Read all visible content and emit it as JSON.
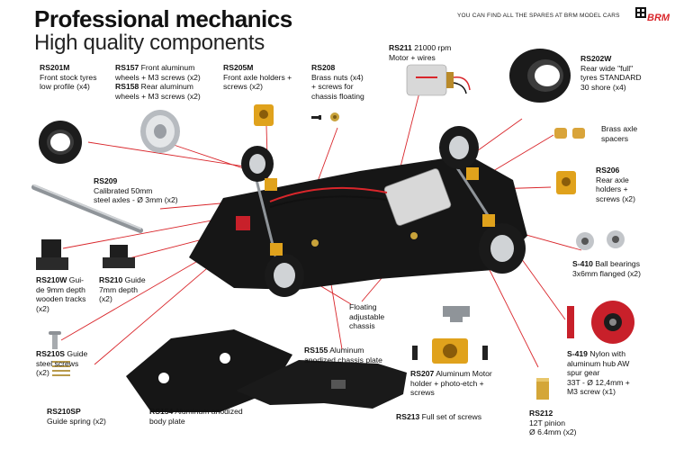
{
  "header": {
    "title": "Professional mechanics",
    "subtitle": "High quality components",
    "tagline": "YOU CAN FIND ALL THE SPARES AT BRM MODEL CARS",
    "logo_text": "BRM"
  },
  "parts": [
    {
      "code": "RS201M",
      "desc": "Front stock tyres low profile (x4)"
    },
    {
      "code": "RS157",
      "desc": "Front aluminum wheels + M3 screws (x2)"
    },
    {
      "code": "RS158",
      "desc": "Rear aluminum wheels + M3 screws (x2)"
    },
    {
      "code": "RS205M",
      "desc": "Front axle holders + screws (x2)"
    },
    {
      "code": "RS208",
      "desc": "Brass nuts (x4) + screws for chassis floating"
    },
    {
      "code": "RS211",
      "desc": "21000 rpm Motor + wires"
    },
    {
      "code": "RS202W",
      "desc": "Rear wide \"full\" tyres STANDARD 30 shore (x4)"
    },
    {
      "code": "",
      "desc": "Brass axle spacers"
    },
    {
      "code": "RS206",
      "desc": "Rear axle holders + screws (x2)"
    },
    {
      "code": "RS209",
      "desc": "Calibrated 50mm steel axles - Ø 3mm (x2)"
    },
    {
      "code": "RS210W",
      "desc": "Guide 9mm depth wooden tracks (x2)"
    },
    {
      "code": "RS210",
      "desc": "Guide 7mm depth (x2)"
    },
    {
      "code": "S-410",
      "desc": "Ball bearings 3x6mm flanged (x2)"
    },
    {
      "code": "",
      "desc": "Floating adjustable chassis"
    },
    {
      "code": "RS210S",
      "desc": "Guide steel screws (x2)"
    },
    {
      "code": "RS155",
      "desc": "Aluminum anodized chassis plate"
    },
    {
      "code": "RS207",
      "desc": "Aluminum Motor holder + photo-etch + screws"
    },
    {
      "code": "S-419",
      "desc": "Nylon with aluminum hub AW spur gear 33T - Ø 12,4mm + M3 screw (x1)"
    },
    {
      "code": "RS210SP",
      "desc": "Guide spring (x2)"
    },
    {
      "code": "RS154",
      "desc": "Aluminum anodized body plate"
    },
    {
      "code": "RS213",
      "desc": "Full set of screws"
    },
    {
      "code": "RS212",
      "desc": "12T pinion Ø 6.4mm (x2)"
    }
  ],
  "label_lines": {
    "rs201m": [
      "Front stock tyres",
      "low profile (x4)"
    ],
    "rs157": [
      "Front aluminum",
      "wheels + M3 screws (x2)"
    ],
    "rs158": [
      "Rear aluminum",
      "wheels + M3 screws (x2)"
    ],
    "rs205m": [
      "Front axle holders +",
      "screws (x2)"
    ],
    "rs208": [
      "Brass nuts (x4)",
      "+ screws for",
      "chassis floating"
    ],
    "rs211": [
      "21000 rpm",
      "Motor + wires"
    ],
    "rs202w": [
      "Rear wide \"full\"",
      "tyres STANDARD",
      "30 shore (x4)"
    ],
    "spacers": [
      "Brass axle",
      "spacers"
    ],
    "rs206": [
      "Rear axle",
      "holders +",
      "screws (x2)"
    ],
    "rs209": [
      "Calibrated 50mm",
      "steel axles - Ø 3mm (x2)"
    ],
    "rs210w": [
      "Gui-",
      "de 9mm depth",
      "wooden tracks",
      "(x2)"
    ],
    "rs210": [
      "Guide",
      "7mm depth",
      "(x2)"
    ],
    "s410": [
      "Ball bearings",
      "3x6mm flanged (x2)"
    ],
    "floating": [
      "Floating",
      "adjustable",
      "chassis"
    ],
    "rs210s": [
      "Guide",
      "steel screws",
      "(x2)"
    ],
    "rs155": [
      "Aluminum",
      "anodized chassis plate"
    ],
    "rs207": [
      "Aluminum Motor",
      "holder + photo-etch +",
      "screws"
    ],
    "s419": [
      "Nylon with",
      "aluminum hub AW",
      "spur gear",
      "33T  - Ø 12,4mm +",
      "M3 screw (x1)"
    ],
    "rs210sp": [
      "Guide spring (x2)"
    ],
    "rs154": [
      "Aluminum anodized",
      "body plate"
    ],
    "rs213": [
      "Full set of screws"
    ],
    "rs212": [
      "12T pinion",
      "Ø 6.4mm (x2)"
    ]
  },
  "colors": {
    "leader_line": "#d9262b",
    "gold": "#e0a21c",
    "chassis": "#1a1a1a",
    "rim": "#c9ccd0",
    "brand_red": "#d9262b"
  }
}
